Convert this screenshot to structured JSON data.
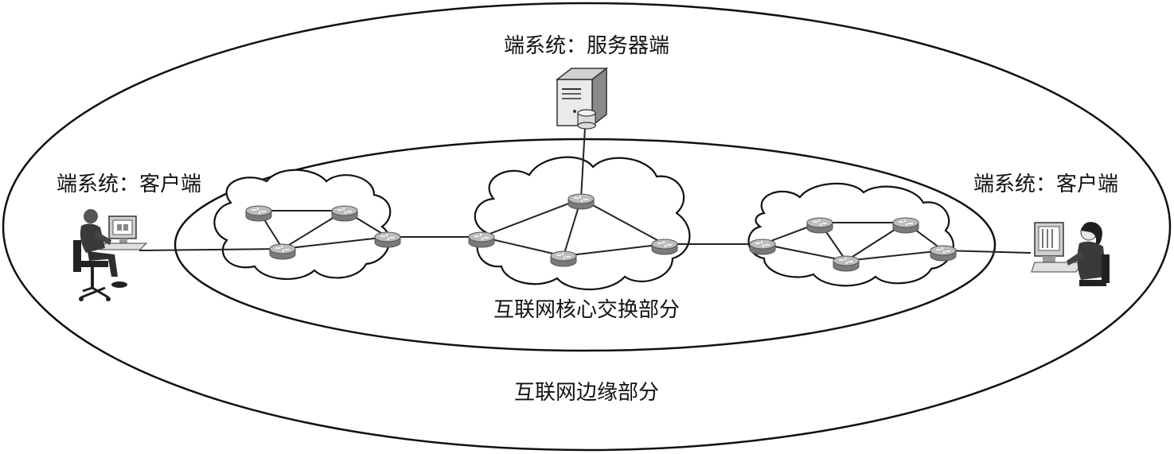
{
  "labels": {
    "server": "端系统：服务器端",
    "client_left": "端系统：客户端",
    "client_right": "端系统：客户端",
    "core": "互联网核心交换部分",
    "edge": "互联网边缘部分"
  },
  "icons": {
    "server": "server-icon",
    "client_left": "man-at-computer-icon",
    "client_right": "woman-at-computer-icon",
    "router": "router-icon"
  },
  "colors": {
    "line": "#111111",
    "router_top": "#bdbdbd",
    "router_side": "#7a7a7a"
  }
}
